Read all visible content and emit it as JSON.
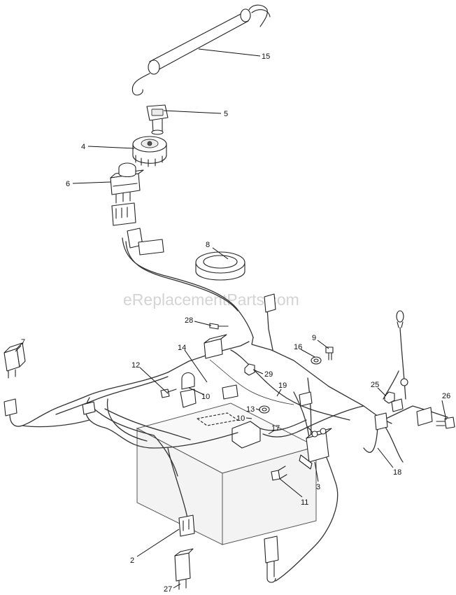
{
  "watermark": "eReplacementParts.com",
  "callouts": {
    "c15": "15",
    "c5": "5",
    "c4": "4",
    "c6": "6",
    "c8": "8",
    "c28": "28",
    "c7": "7",
    "c9": "9",
    "c16": "16",
    "c14": "14",
    "c12": "12",
    "c29": "29",
    "c19": "19",
    "c10a": "10",
    "c25": "25",
    "c26": "26",
    "c13": "13",
    "c10b": "10",
    "c17": "17",
    "c18": "18",
    "c3": "3",
    "c11": "11",
    "c2": "2",
    "c27": "27"
  }
}
